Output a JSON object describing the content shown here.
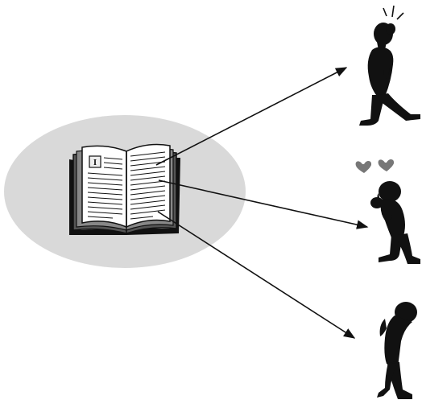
{
  "diagram": {
    "book": {
      "icon": "open-book-icon",
      "page_initial": "I"
    },
    "figures": [
      {
        "icon": "surprised-person-icon",
        "reaction": "surprise"
      },
      {
        "icon": "love-struck-person-icon",
        "reaction": "affection"
      },
      {
        "icon": "sad-person-icon",
        "reaction": "sadness"
      }
    ],
    "colors": {
      "ellipse": "#d9d9d9",
      "ink": "#111111",
      "hearts": "#777777",
      "page_tint": "#eeeeee"
    }
  }
}
